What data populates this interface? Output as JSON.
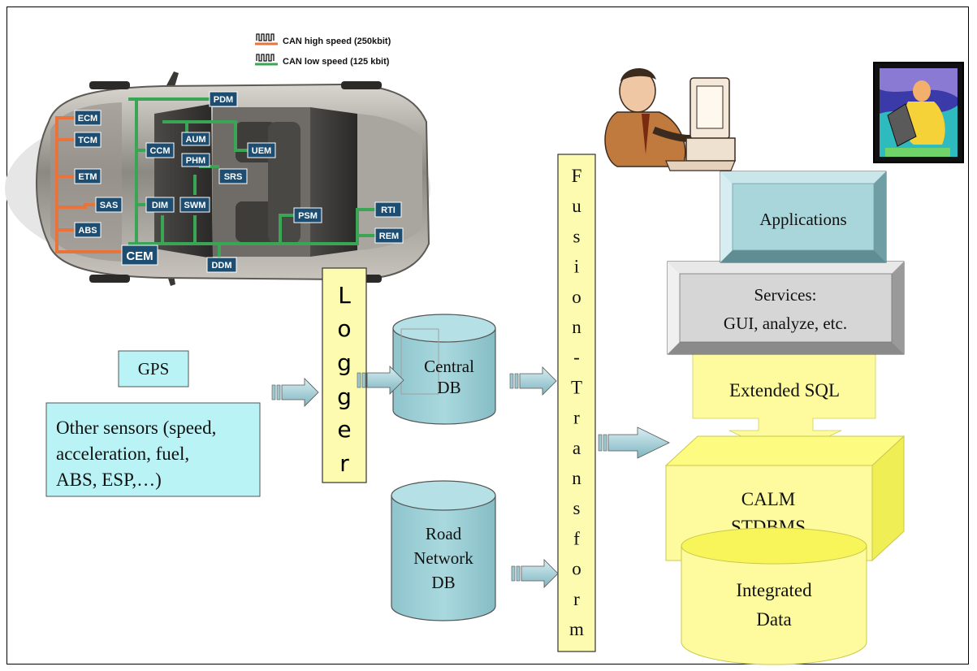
{
  "legend": {
    "high_speed": "CAN high speed (250kbit)",
    "low_speed": "CAN low speed (125 kbit)"
  },
  "modules": {
    "ecm": "ECM",
    "tcm": "TCM",
    "etm": "ETM",
    "sas": "SAS",
    "abs": "ABS",
    "cem": "CEM",
    "pdm": "PDM",
    "ccm": "CCM",
    "aum": "AUM",
    "phm": "PHM",
    "uem": "UEM",
    "srs": "SRS",
    "dim": "DIM",
    "swm": "SWM",
    "psm": "PSM",
    "rti": "RTI",
    "rem": "REM",
    "ddm": "DDM"
  },
  "gps": "GPS",
  "other_sensors": [
    "Other sensors (speed,",
    "acceleration, fuel,",
    "ABS, ESP,…)"
  ],
  "logger": [
    "L",
    "o",
    "g",
    "g",
    "e",
    "r"
  ],
  "central_db": [
    "Central",
    "DB"
  ],
  "road_db": [
    "Road",
    "Network",
    "DB"
  ],
  "fusion": [
    "F",
    "u",
    "s",
    "i",
    "o",
    "n",
    "-",
    "T",
    "r",
    "a",
    "n",
    "s",
    "f",
    "o",
    "r",
    "m"
  ],
  "applications": "Applications",
  "services": [
    "Services:",
    "GUI, analyze, etc."
  ],
  "extended_sql": "Extended SQL",
  "calm": [
    "CALM",
    "STDBMS"
  ],
  "integrated": [
    "Integrated",
    "Data"
  ],
  "colors": {
    "can_high": "#e8743b",
    "can_low": "#3aa655",
    "module_box": "#1d4e72",
    "light_cyan": "#b9f3f6",
    "db_fill": "#9ccfd6",
    "yellow_label": "#fdfbb0",
    "yellow_area": "#fdfb9e",
    "yellow_bright": "#f8f55a",
    "services_gray": "#d6d6d6",
    "applications_teal": "#a9d6da"
  }
}
